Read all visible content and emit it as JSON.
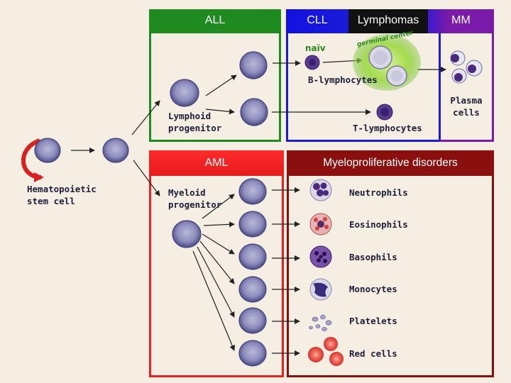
{
  "headers": {
    "all": "ALL",
    "cll": "CLL",
    "lymphomas": "Lymphomas",
    "mm": "MM",
    "aml": "AML",
    "myelo": "Myeloproliferative disorders"
  },
  "labels": {
    "stem_cell": [
      "Hematopoietic",
      "stem cell"
    ],
    "lymphoid_progenitor": [
      "Lymphoid",
      "progenitor"
    ],
    "myeloid_progenitor": [
      "Myeloid",
      "progenitor"
    ],
    "naive": "naïv",
    "germinal_center": "germinal center",
    "b_lymphocytes": "B-lymphocytes",
    "t_lymphocytes": "T-lymphocytes",
    "plasma_cells": [
      "Plasma",
      "cells"
    ],
    "neutrophils": "Neutrophils",
    "eosinophils": "Eosinophils",
    "basophils": "Basophils",
    "monocytes": "Monocytes",
    "platelets": "Platelets",
    "red_cells": "Red cells"
  },
  "colors": {
    "all": "#1f8a1f",
    "cll": "#1a1ad8",
    "lymphomas": "#111111",
    "mm": "#7a1aa8",
    "aml": "#e82020",
    "myelo": "#8a1010",
    "stem_arrow": "#d82020",
    "germinal": "#7ccd3a"
  }
}
